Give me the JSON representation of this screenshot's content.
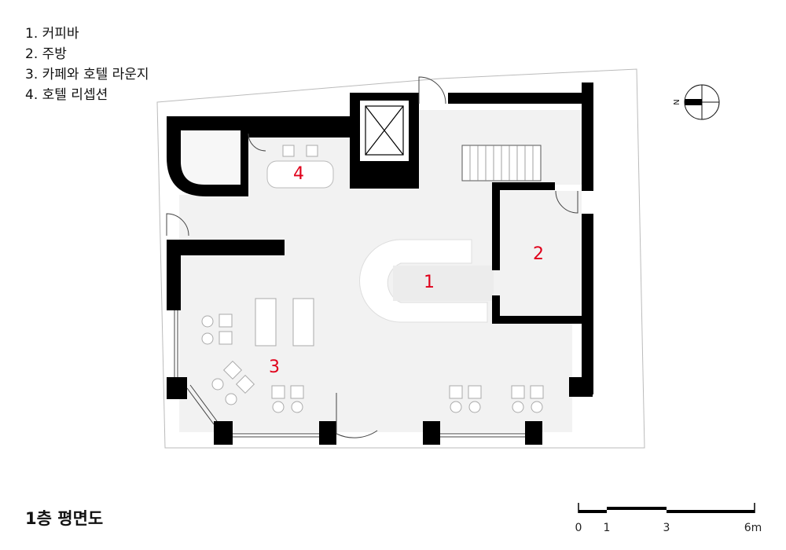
{
  "legend": [
    "1. 커피바",
    "2. 주방",
    "3. 카페와 호텔 라운지",
    "4. 호텔 리셉션"
  ],
  "title": "1층 평면도",
  "rooms": {
    "r1": "1",
    "r2": "2",
    "r3": "3",
    "r4": "4"
  },
  "compass": {
    "label": "N"
  },
  "scale_bar": {
    "ticks": [
      "0",
      "1",
      "3",
      "6m"
    ]
  },
  "colors": {
    "wall": "#000000",
    "floor": "#f2f2f2",
    "label": "#e0001a"
  }
}
